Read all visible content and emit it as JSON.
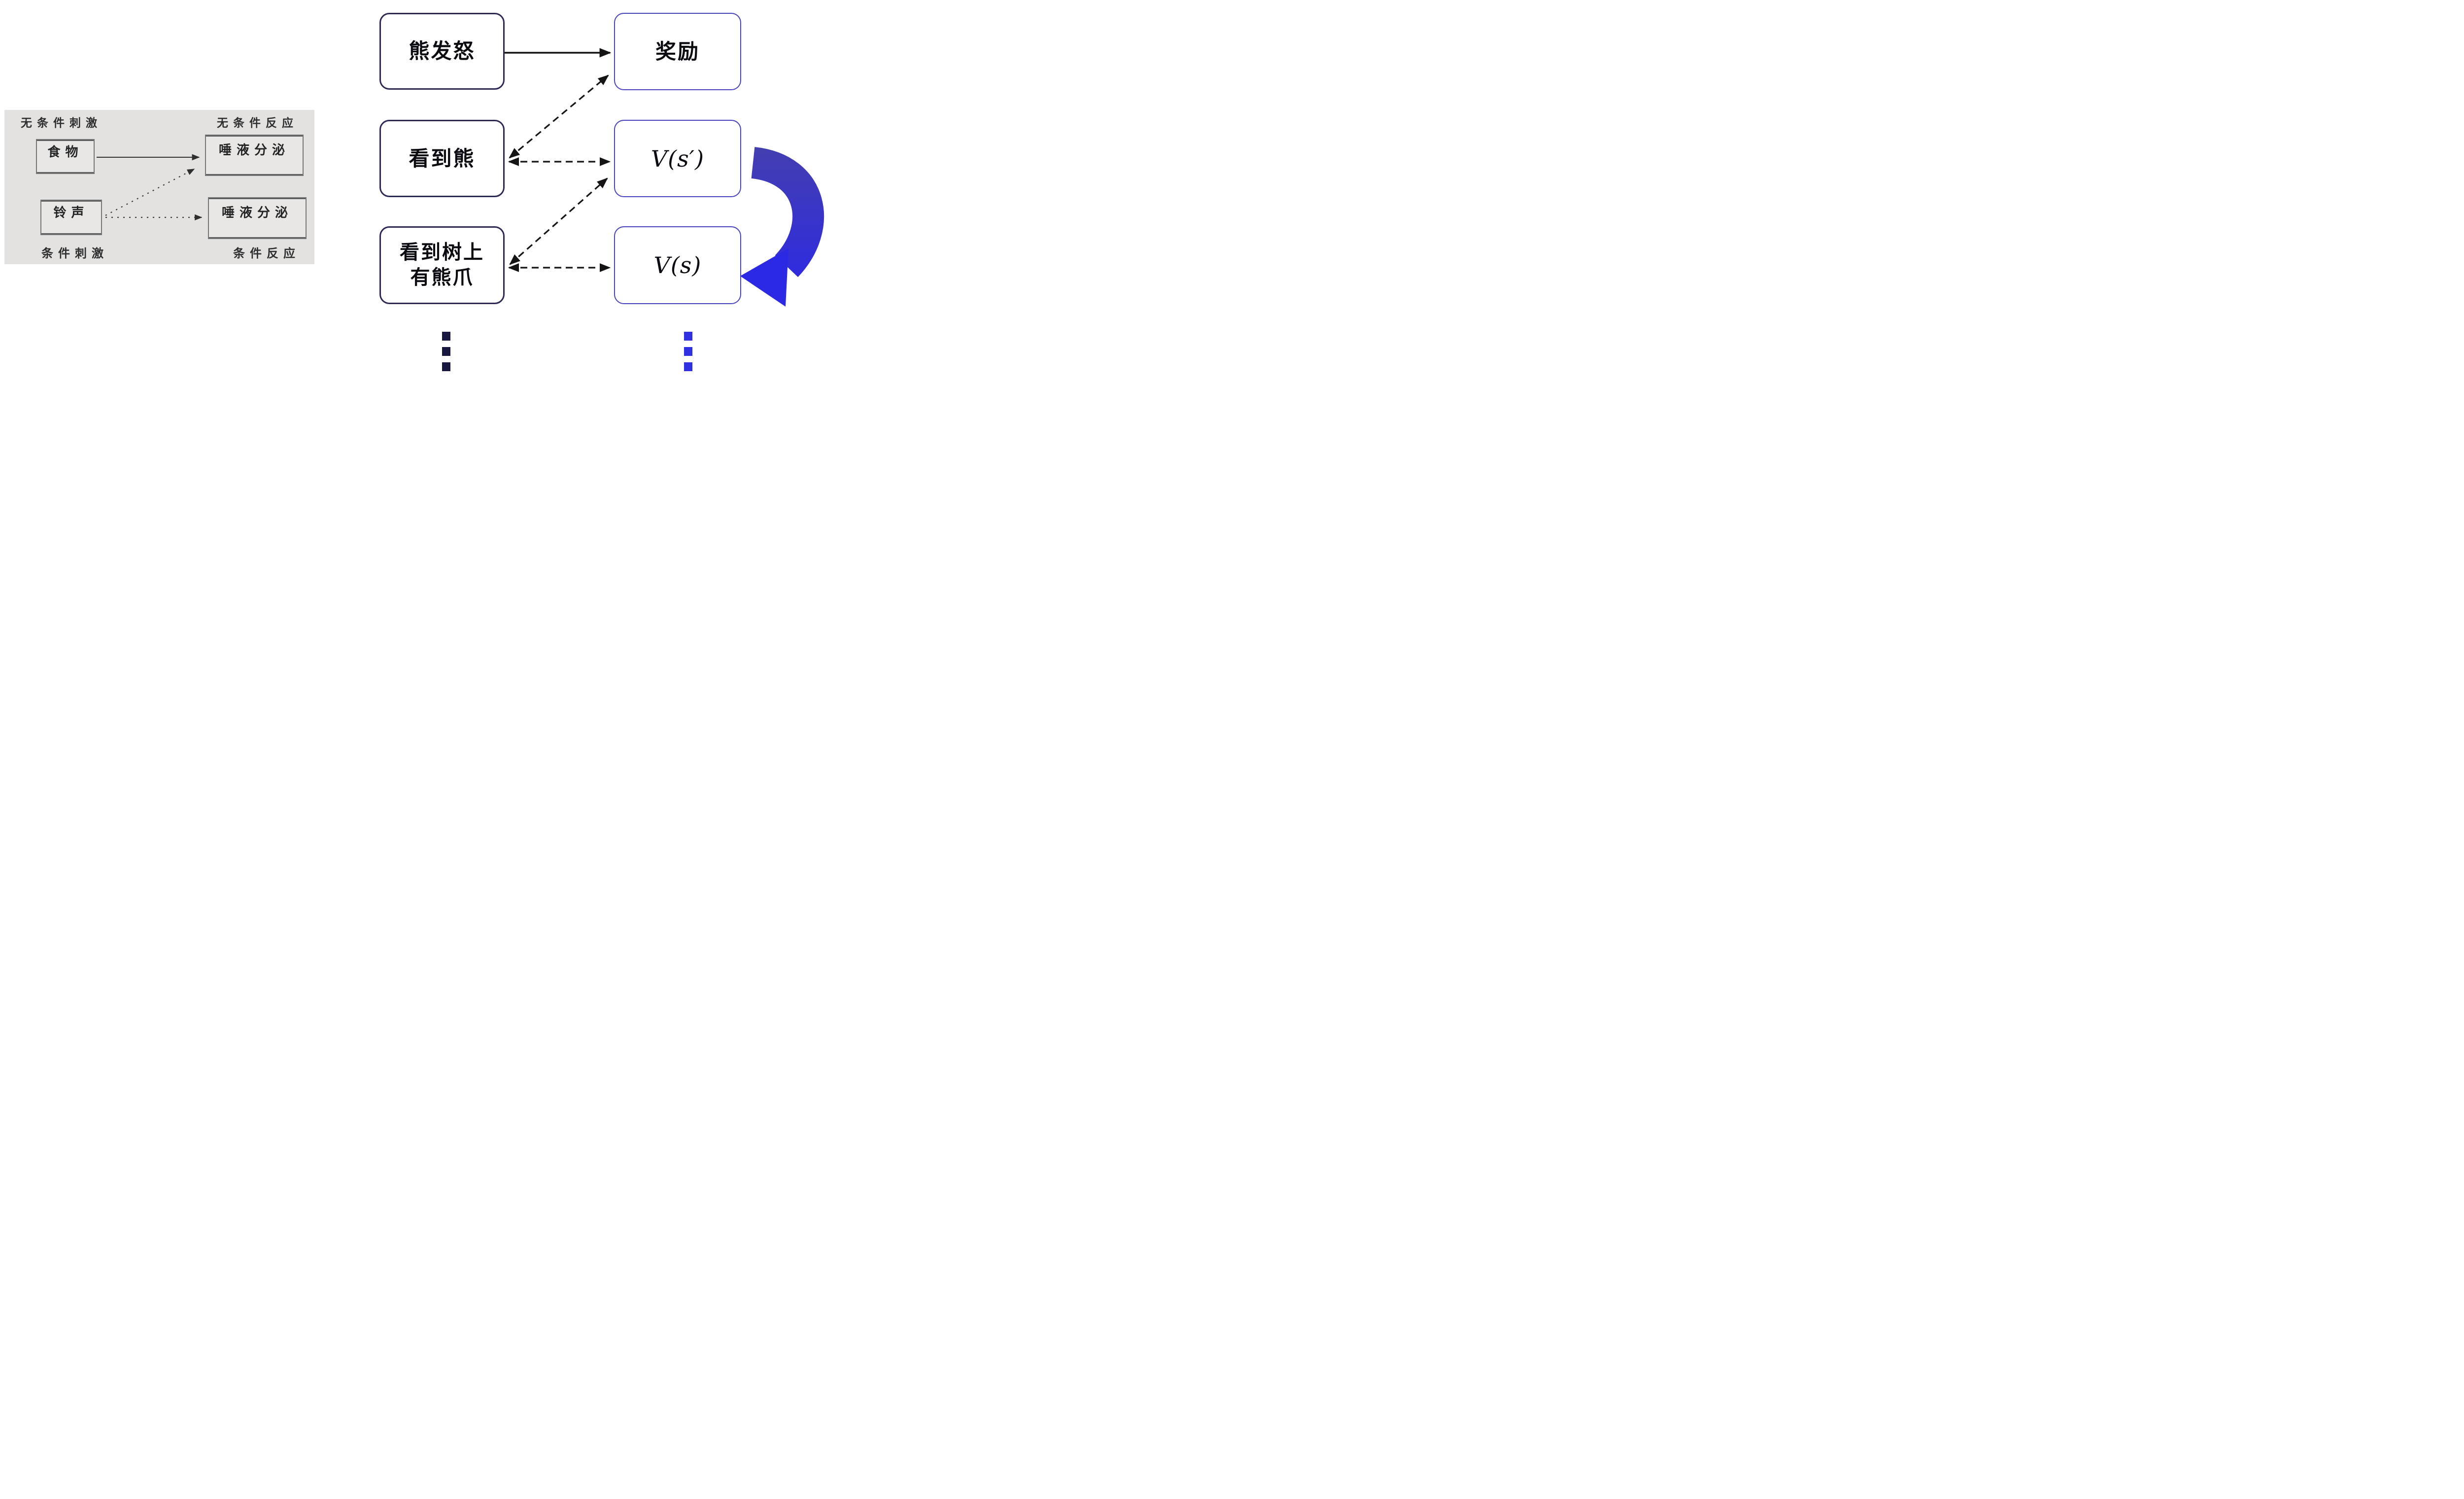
{
  "pavlov_panel": {
    "label_unconditioned_stimulus": "无条件刺激",
    "label_unconditioned_response": "无条件反应",
    "label_conditioned_stimulus": "条件刺激",
    "label_conditioned_response": "条件反应",
    "box_food": "食物",
    "box_salivation_unconditioned": "唾液分泌",
    "box_bell": "铃声",
    "box_salivation_conditioned": "唾液分泌"
  },
  "rl_diagram": {
    "box_bear_anger": "熊发怒",
    "box_reward": "奖励",
    "box_see_bear": "看到熊",
    "box_value_next_state": "V(s′)",
    "box_see_bear_claw_line1": "看到树上",
    "box_see_bear_claw_line2": "有熊爪",
    "box_value_state": "V(s)"
  },
  "colors": {
    "panel_background": "#e3e2e0",
    "stimulus_box_border": "#2c2a54",
    "value_box_border": "#4643bd",
    "solid_arrow": "#141414",
    "loop_arrow_top": "#443fae",
    "loop_arrow_bottom": "#2a27ea",
    "ellipsis_left": "#171740",
    "ellipsis_right": "#3030e0"
  }
}
